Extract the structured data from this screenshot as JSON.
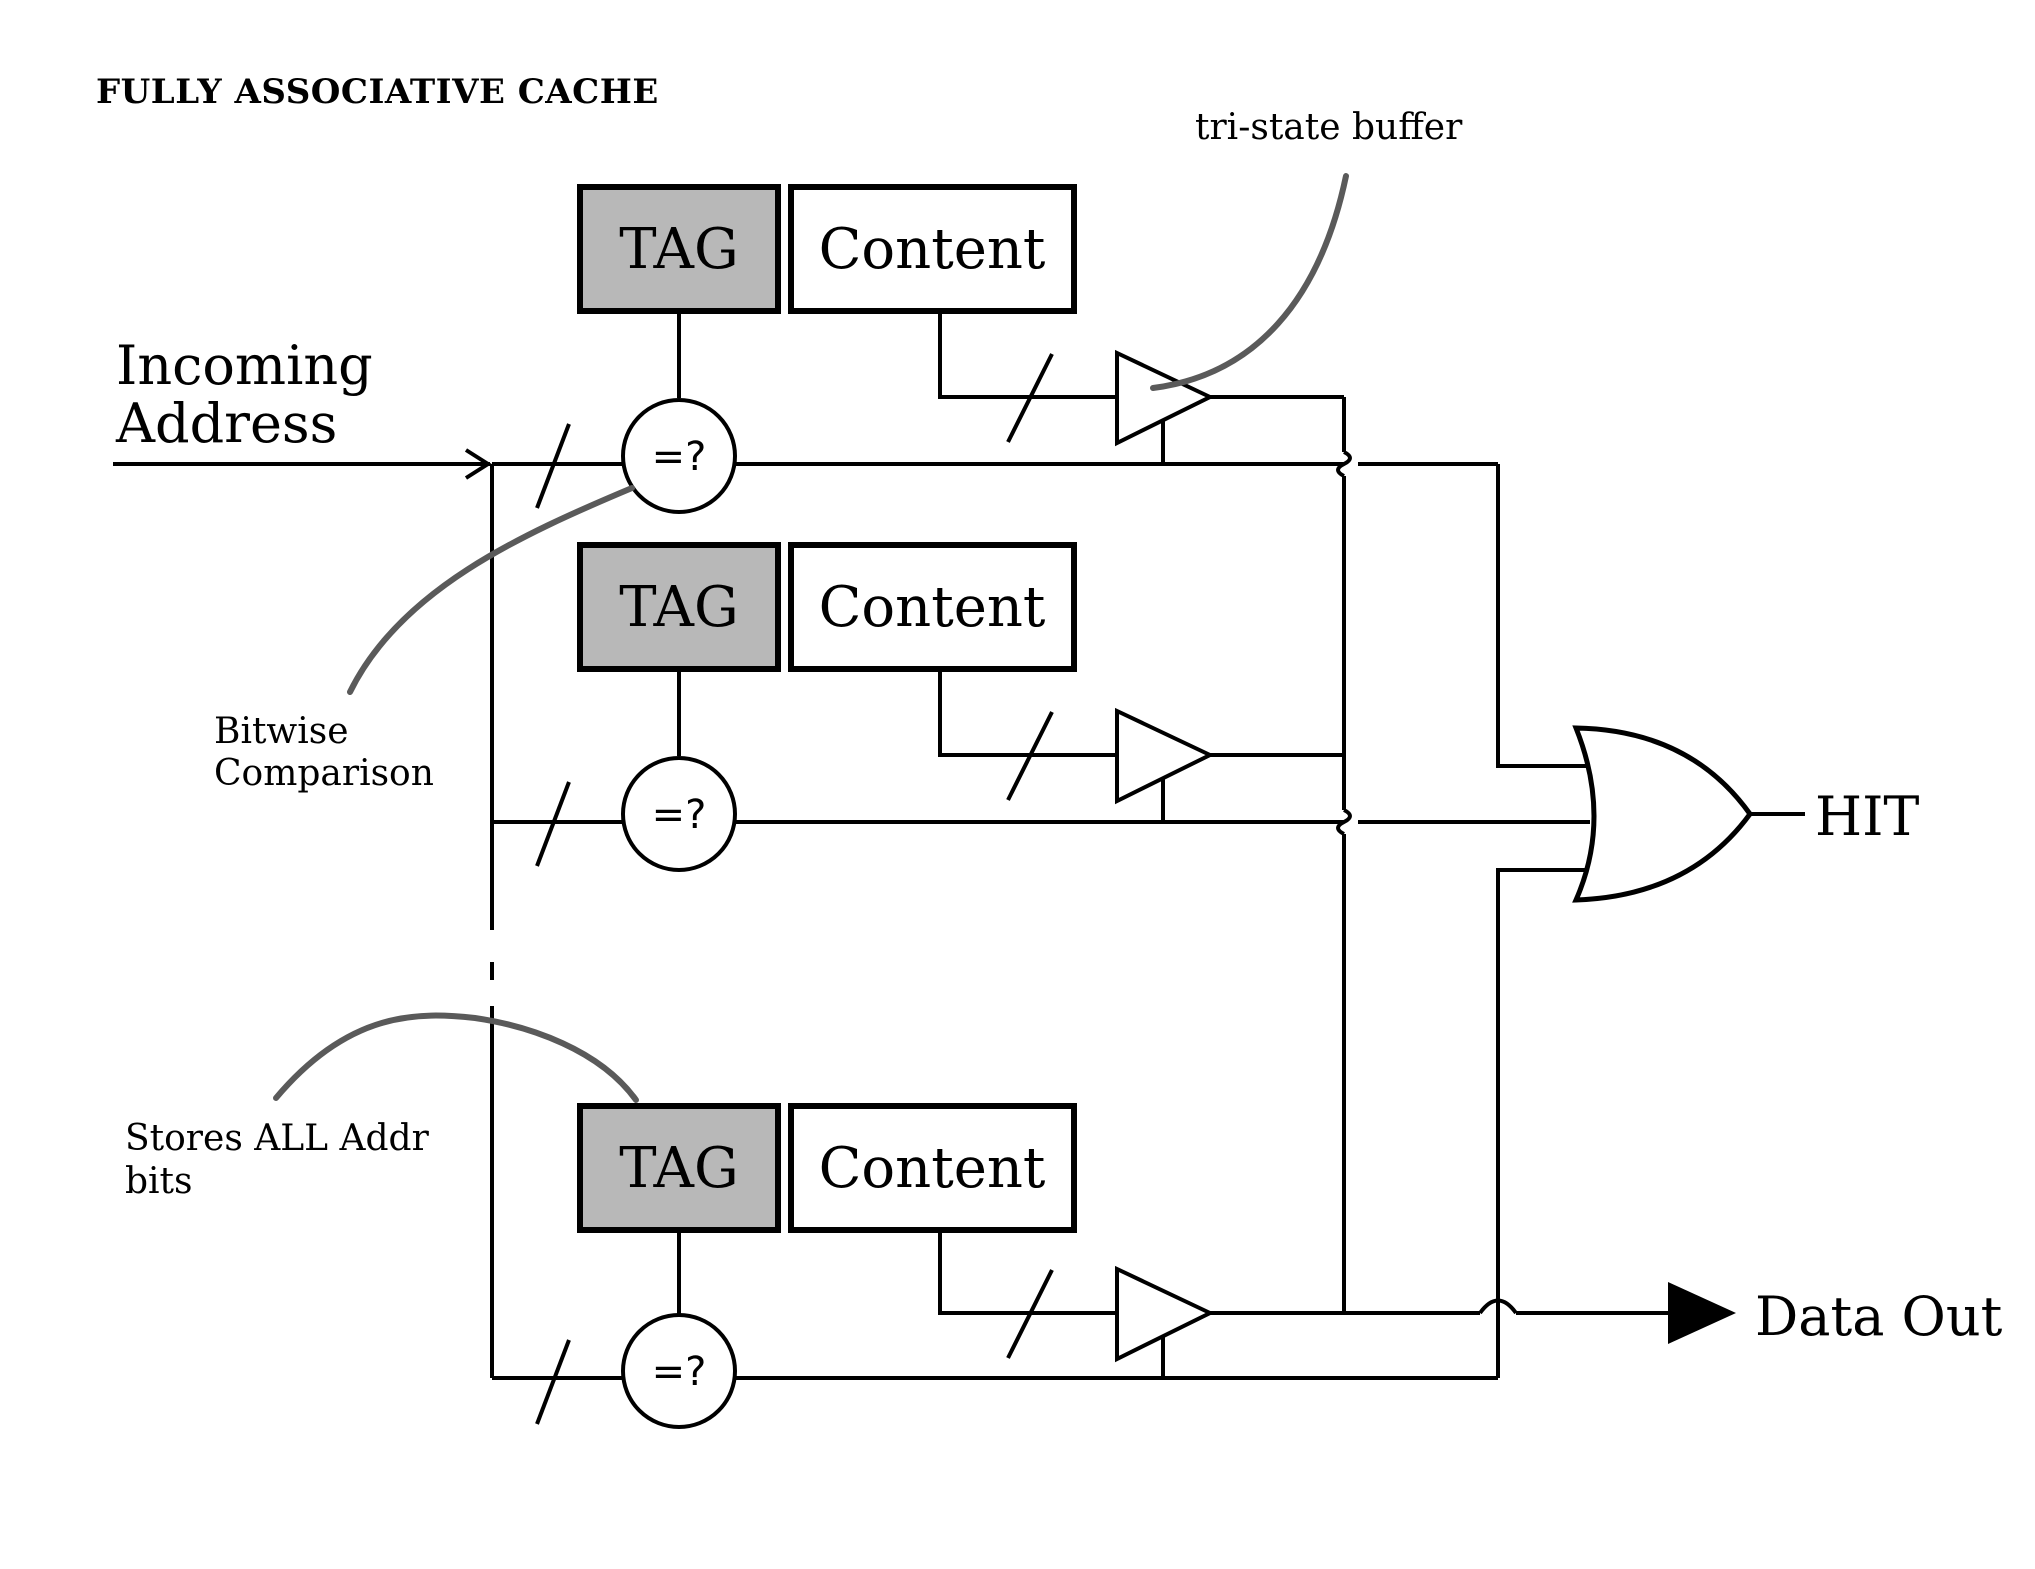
{
  "title": "FULLY ASSOCIATIVE CACHE",
  "annotations": {
    "tristate": "tri-state buffer",
    "incoming_line1": "Incoming",
    "incoming_line2": "Address",
    "bitwise_line1": "Bitwise",
    "bitwise_line2": "Comparison",
    "stores_line1": "Stores ALL Addr",
    "stores_line2": "bits"
  },
  "rows": [
    {
      "tag": "TAG",
      "content": "Content",
      "comparator": "=?"
    },
    {
      "tag": "TAG",
      "content": "Content",
      "comparator": "=?"
    },
    {
      "tag": "TAG",
      "content": "Content",
      "comparator": "=?"
    }
  ],
  "outputs": {
    "hit": "HIT",
    "data_out": "Data Out"
  },
  "colors": {
    "tag_fill": "#b8b8b8",
    "callout": "#5a5a5a",
    "line": "#000000"
  }
}
